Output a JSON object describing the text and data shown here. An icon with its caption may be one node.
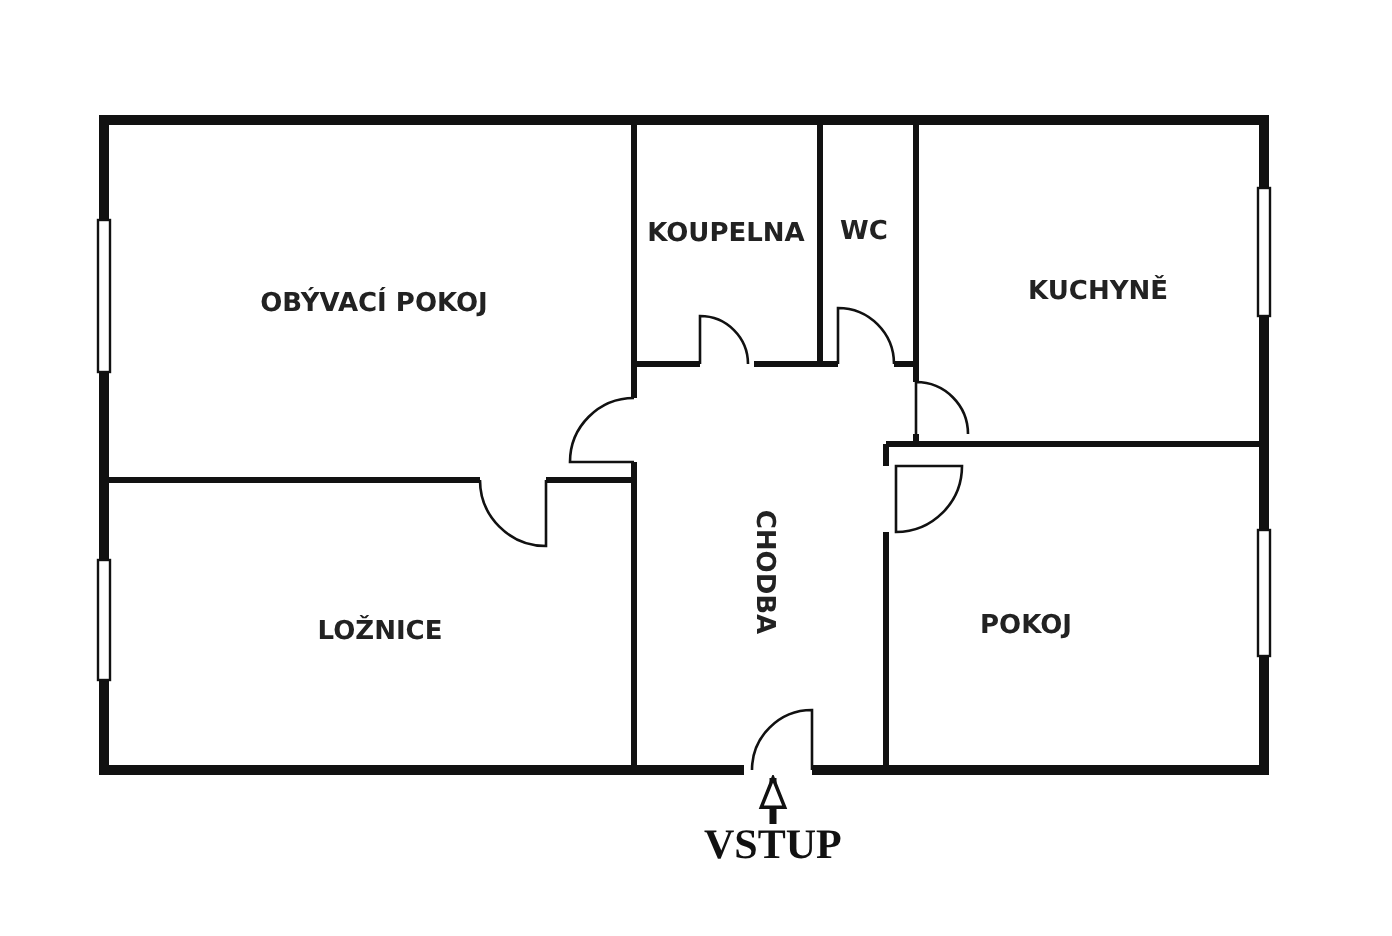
{
  "diagram": {
    "nodes": [
      {
        "text": [
          "OBÝVACÍ POKOJ"
        ]
      },
      {
        "text": [
          "KOUPELNA"
        ]
      },
      {
        "text": [
          "WC"
        ]
      },
      {
        "text": [
          "KUCHYNĚ"
        ]
      },
      {
        "text": [
          "LOŽNICE"
        ]
      },
      {
        "text": [
          "CHODBA"
        ]
      },
      {
        "text": [
          "POKOJ"
        ]
      },
      {
        "text": [
          "VSTUP"
        ]
      }
    ],
    "edges": [
      {
        "from": 7,
        "to": 5,
        "arrow": "to"
      }
    ]
  }
}
